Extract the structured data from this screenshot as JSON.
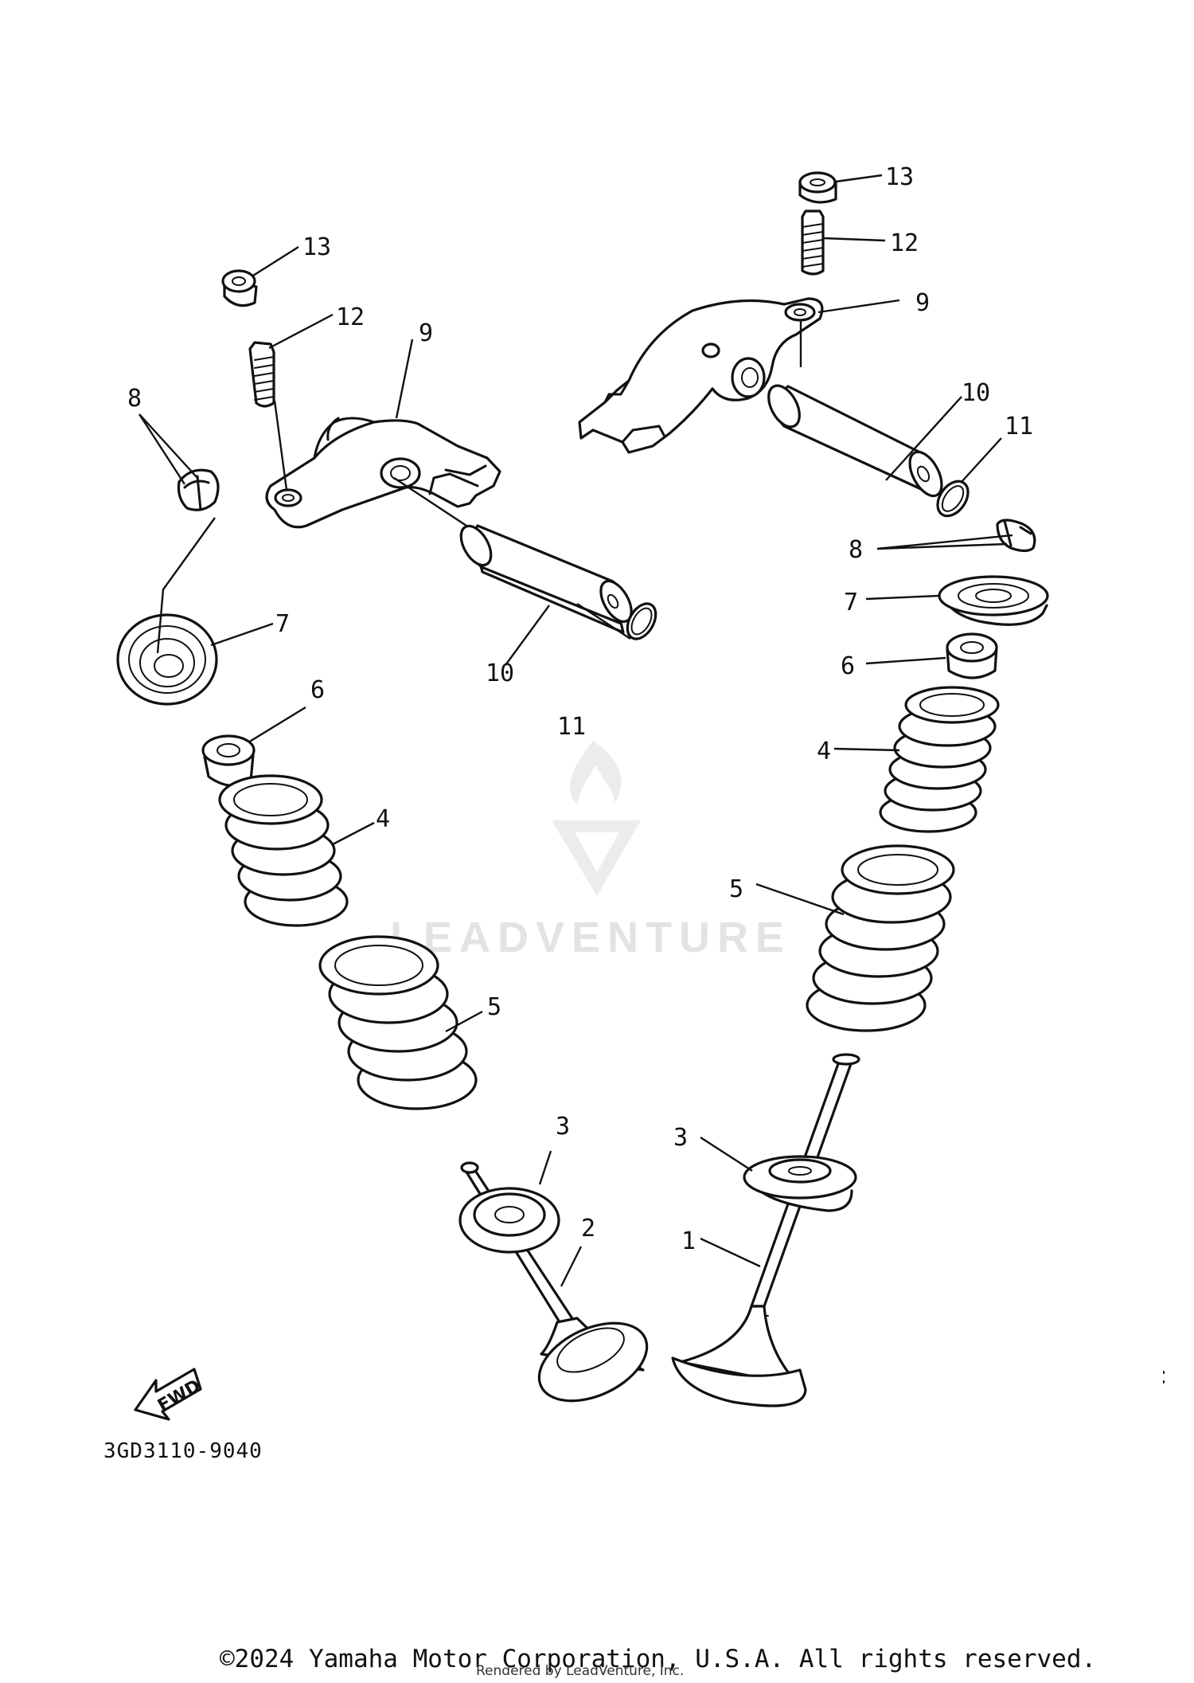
{
  "callouts": {
    "c1": "1",
    "c2": "2",
    "c3": "3",
    "c4": "4",
    "c5": "5",
    "c6": "6",
    "c7": "7",
    "c8": "8",
    "c9": "9",
    "c10": "10",
    "c11": "11",
    "c12": "12",
    "c13": "13"
  },
  "fwd_label": "FWD",
  "diagram_code": "3GD3110-9040",
  "watermark": "LEADVENTURE",
  "copyright": "©2024 Yamaha Motor Corporation, U.S.A. All rights reserved.",
  "rendered_by": "Rendered by LeadVenture, Inc."
}
